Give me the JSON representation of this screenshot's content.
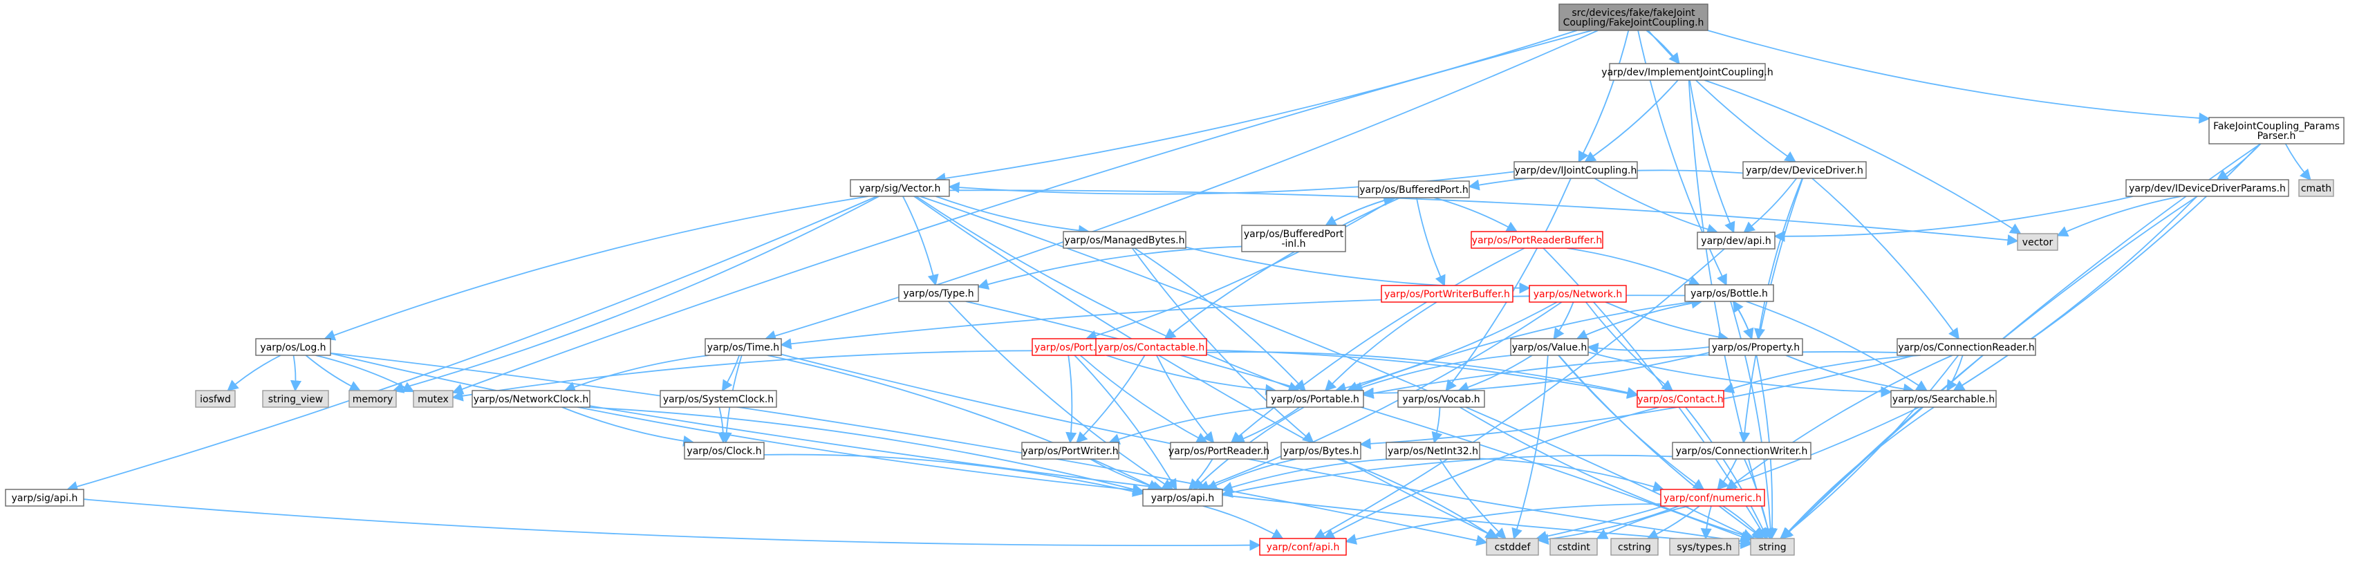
{
  "diagram": {
    "title": "",
    "colors": {
      "edge": "#63b8ff",
      "root_fill": "#999999",
      "normal_fill": "#ffffff",
      "normal_border": "#666666",
      "red_border": "#ff0000",
      "red_text": "#ff0000",
      "system_fill": "#e0e0e0",
      "system_border": "#999999",
      "text": "#000000"
    },
    "nodes": [
      {
        "id": "root",
        "lines": [
          "src/devices/fake/fakeJoint",
          "Coupling/FakeJointCoupling.h"
        ],
        "style": "root"
      },
      {
        "id": "implJC",
        "lines": [
          "yarp/dev/ImplementJointCoupling.h"
        ],
        "style": "normal"
      },
      {
        "id": "fjcparams",
        "lines": [
          "FakeJointCoupling_Params",
          "Parser.h"
        ],
        "style": "normal"
      },
      {
        "id": "ijc",
        "lines": [
          "yarp/dev/IJointCoupling.h"
        ],
        "style": "normal"
      },
      {
        "id": "devdriver",
        "lines": [
          "yarp/dev/DeviceDriver.h"
        ],
        "style": "normal"
      },
      {
        "id": "idevparams",
        "lines": [
          "yarp/dev/IDeviceDriverParams.h"
        ],
        "style": "normal"
      },
      {
        "id": "cmath",
        "lines": [
          "cmath"
        ],
        "style": "system"
      },
      {
        "id": "sigvector",
        "lines": [
          "yarp/sig/Vector.h"
        ],
        "style": "normal"
      },
      {
        "id": "bufport",
        "lines": [
          "yarp/os/BufferedPort.h"
        ],
        "style": "normal"
      },
      {
        "id": "devapi",
        "lines": [
          "yarp/dev/api.h"
        ],
        "style": "normal"
      },
      {
        "id": "vector",
        "lines": [
          "vector"
        ],
        "style": "system"
      },
      {
        "id": "managedbytes",
        "lines": [
          "yarp/os/ManagedBytes.h"
        ],
        "style": "normal"
      },
      {
        "id": "bufportinl",
        "lines": [
          "yarp/os/BufferedPort",
          "-inl.h"
        ],
        "style": "normal"
      },
      {
        "id": "prbuf",
        "lines": [
          "yarp/os/PortReaderBuffer.h"
        ],
        "style": "red"
      },
      {
        "id": "type",
        "lines": [
          "yarp/os/Type.h"
        ],
        "style": "normal"
      },
      {
        "id": "pwbuf",
        "lines": [
          "yarp/os/PortWriterBuffer.h"
        ],
        "style": "red"
      },
      {
        "id": "network",
        "lines": [
          "yarp/os/Network.h"
        ],
        "style": "red"
      },
      {
        "id": "bottle",
        "lines": [
          "yarp/os/Bottle.h"
        ],
        "style": "normal"
      },
      {
        "id": "log",
        "lines": [
          "yarp/os/Log.h"
        ],
        "style": "normal"
      },
      {
        "id": "time",
        "lines": [
          "yarp/os/Time.h"
        ],
        "style": "normal"
      },
      {
        "id": "port",
        "lines": [
          "yarp/os/Port.h"
        ],
        "style": "red"
      },
      {
        "id": "contactable",
        "lines": [
          "yarp/os/Contactable.h"
        ],
        "style": "red"
      },
      {
        "id": "value",
        "lines": [
          "yarp/os/Value.h"
        ],
        "style": "normal"
      },
      {
        "id": "property",
        "lines": [
          "yarp/os/Property.h"
        ],
        "style": "normal"
      },
      {
        "id": "connreader",
        "lines": [
          "yarp/os/ConnectionReader.h"
        ],
        "style": "normal"
      },
      {
        "id": "iosfwd",
        "lines": [
          "iosfwd"
        ],
        "style": "system"
      },
      {
        "id": "string_view",
        "lines": [
          "string_view"
        ],
        "style": "system"
      },
      {
        "id": "memory",
        "lines": [
          "memory"
        ],
        "style": "system"
      },
      {
        "id": "mutex",
        "lines": [
          "mutex"
        ],
        "style": "system"
      },
      {
        "id": "netclock",
        "lines": [
          "yarp/os/NetworkClock.h"
        ],
        "style": "normal"
      },
      {
        "id": "sysclock",
        "lines": [
          "yarp/os/SystemClock.h"
        ],
        "style": "normal"
      },
      {
        "id": "portable",
        "lines": [
          "yarp/os/Portable.h"
        ],
        "style": "normal"
      },
      {
        "id": "vocab",
        "lines": [
          "yarp/os/Vocab.h"
        ],
        "style": "normal"
      },
      {
        "id": "contact",
        "lines": [
          "yarp/os/Contact.h"
        ],
        "style": "red"
      },
      {
        "id": "searchable",
        "lines": [
          "yarp/os/Searchable.h"
        ],
        "style": "normal"
      },
      {
        "id": "clock",
        "lines": [
          "yarp/os/Clock.h"
        ],
        "style": "normal"
      },
      {
        "id": "portwriter",
        "lines": [
          "yarp/os/PortWriter.h"
        ],
        "style": "normal"
      },
      {
        "id": "portreader",
        "lines": [
          "yarp/os/PortReader.h"
        ],
        "style": "normal"
      },
      {
        "id": "bytes",
        "lines": [
          "yarp/os/Bytes.h"
        ],
        "style": "normal"
      },
      {
        "id": "netint32",
        "lines": [
          "yarp/os/NetInt32.h"
        ],
        "style": "normal"
      },
      {
        "id": "connwriter",
        "lines": [
          "yarp/os/ConnectionWriter.h"
        ],
        "style": "normal"
      },
      {
        "id": "sigapi",
        "lines": [
          "yarp/sig/api.h"
        ],
        "style": "normal"
      },
      {
        "id": "osapi",
        "lines": [
          "yarp/os/api.h"
        ],
        "style": "normal"
      },
      {
        "id": "numeric",
        "lines": [
          "yarp/conf/numeric.h"
        ],
        "style": "red"
      },
      {
        "id": "confapi",
        "lines": [
          "yarp/conf/api.h"
        ],
        "style": "red"
      },
      {
        "id": "cstddef",
        "lines": [
          "cstddef"
        ],
        "style": "system"
      },
      {
        "id": "cstdint",
        "lines": [
          "cstdint"
        ],
        "style": "system"
      },
      {
        "id": "cstring",
        "lines": [
          "cstring"
        ],
        "style": "system"
      },
      {
        "id": "systypes",
        "lines": [
          "sys/types.h"
        ],
        "style": "system"
      },
      {
        "id": "string",
        "lines": [
          "string"
        ],
        "style": "system"
      }
    ],
    "edges": [
      [
        "root",
        "implJC"
      ],
      [
        "root",
        "fjcparams"
      ],
      [
        "root",
        "ijc"
      ],
      [
        "root",
        "devdriver"
      ],
      [
        "root",
        "sigvector"
      ],
      [
        "root",
        "mutex"
      ],
      [
        "root",
        "time"
      ],
      [
        "root",
        "bottle"
      ],
      [
        "implJC",
        "ijc"
      ],
      [
        "implJC",
        "devapi"
      ],
      [
        "implJC",
        "vector"
      ],
      [
        "implJC",
        "string"
      ],
      [
        "fjcparams",
        "idevparams"
      ],
      [
        "fjcparams",
        "cmath"
      ],
      [
        "fjcparams",
        "searchable"
      ],
      [
        "fjcparams",
        "string"
      ],
      [
        "ijc",
        "sigvector"
      ],
      [
        "ijc",
        "devapi"
      ],
      [
        "ijc",
        "vocab"
      ],
      [
        "devdriver",
        "bufport"
      ],
      [
        "devdriver",
        "devapi"
      ],
      [
        "devdriver",
        "property"
      ],
      [
        "devdriver",
        "connreader"
      ],
      [
        "devdriver",
        "connwriter"
      ],
      [
        "idevparams",
        "devapi"
      ],
      [
        "idevparams",
        "vector"
      ],
      [
        "idevparams",
        "searchable"
      ],
      [
        "idevparams",
        "string"
      ],
      [
        "sigvector",
        "vector"
      ],
      [
        "sigvector",
        "managedbytes"
      ],
      [
        "sigvector",
        "type"
      ],
      [
        "sigvector",
        "log"
      ],
      [
        "sigvector",
        "sigapi"
      ],
      [
        "sigvector",
        "portable"
      ],
      [
        "sigvector",
        "memory"
      ],
      [
        "sigvector",
        "cstddef"
      ],
      [
        "sigvector",
        "string"
      ],
      [
        "bufport",
        "bufportinl"
      ],
      [
        "bufport",
        "prbuf"
      ],
      [
        "bufport",
        "pwbuf"
      ],
      [
        "bufport",
        "port"
      ],
      [
        "bufport",
        "contactable"
      ],
      [
        "devapi",
        "confapi"
      ],
      [
        "managedbytes",
        "network"
      ],
      [
        "managedbytes",
        "portable"
      ],
      [
        "managedbytes",
        "bytes"
      ],
      [
        "bufportinl",
        "bufport"
      ],
      [
        "bufportinl",
        "type"
      ],
      [
        "prbuf",
        "bottle"
      ],
      [
        "prbuf",
        "portreader"
      ],
      [
        "prbuf",
        "string"
      ],
      [
        "type",
        "osapi"
      ],
      [
        "type",
        "string"
      ],
      [
        "pwbuf",
        "portable"
      ],
      [
        "network",
        "value"
      ],
      [
        "network",
        "contact"
      ],
      [
        "network",
        "portable"
      ],
      [
        "network",
        "property"
      ],
      [
        "network",
        "osapi"
      ],
      [
        "bottle",
        "value"
      ],
      [
        "bottle",
        "property"
      ],
      [
        "bottle",
        "portable"
      ],
      [
        "bottle",
        "searchable"
      ],
      [
        "bottle",
        "time"
      ],
      [
        "bottle",
        "string"
      ],
      [
        "log",
        "iosfwd"
      ],
      [
        "log",
        "string_view"
      ],
      [
        "log",
        "memory"
      ],
      [
        "log",
        "mutex"
      ],
      [
        "log",
        "osapi"
      ],
      [
        "log",
        "cstddef"
      ],
      [
        "time",
        "netclock"
      ],
      [
        "time",
        "sysclock"
      ],
      [
        "time",
        "clock"
      ],
      [
        "time",
        "osapi"
      ],
      [
        "time",
        "string"
      ],
      [
        "port",
        "contact"
      ],
      [
        "port",
        "portable"
      ],
      [
        "port",
        "portwriter"
      ],
      [
        "port",
        "portreader"
      ],
      [
        "port",
        "osapi"
      ],
      [
        "contactable",
        "mutex"
      ],
      [
        "contactable",
        "portwriter"
      ],
      [
        "contactable",
        "portreader"
      ],
      [
        "contactable",
        "contact"
      ],
      [
        "value",
        "portable"
      ],
      [
        "value",
        "vocab"
      ],
      [
        "value",
        "searchable"
      ],
      [
        "value",
        "bottle"
      ],
      [
        "value",
        "numeric"
      ],
      [
        "value",
        "cstddef"
      ],
      [
        "value",
        "string"
      ],
      [
        "property",
        "portable"
      ],
      [
        "property",
        "searchable"
      ],
      [
        "property",
        "value"
      ],
      [
        "property",
        "bottle"
      ],
      [
        "property",
        "string"
      ],
      [
        "connreader",
        "portable"
      ],
      [
        "connreader",
        "searchable"
      ],
      [
        "connreader",
        "contact"
      ],
      [
        "connreader",
        "bytes"
      ],
      [
        "connreader",
        "numeric"
      ],
      [
        "connreader",
        "string"
      ],
      [
        "netclock",
        "clock"
      ],
      [
        "netclock",
        "osapi"
      ],
      [
        "netclock",
        "string"
      ],
      [
        "sysclock",
        "clock"
      ],
      [
        "portable",
        "portwriter"
      ],
      [
        "portable",
        "portreader"
      ],
      [
        "portable",
        "osapi"
      ],
      [
        "vocab",
        "netint32"
      ],
      [
        "vocab",
        "string"
      ],
      [
        "contact",
        "string"
      ],
      [
        "contact",
        "confapi"
      ],
      [
        "searchable",
        "cstddef"
      ],
      [
        "searchable",
        "string"
      ],
      [
        "clock",
        "osapi"
      ],
      [
        "portwriter",
        "osapi"
      ],
      [
        "portreader",
        "osapi"
      ],
      [
        "bytes",
        "osapi"
      ],
      [
        "bytes",
        "cstddef"
      ],
      [
        "netint32",
        "osapi"
      ],
      [
        "netint32",
        "numeric"
      ],
      [
        "netint32",
        "cstddef"
      ],
      [
        "connwriter",
        "numeric"
      ],
      [
        "connwriter",
        "osapi"
      ],
      [
        "connwriter",
        "string"
      ],
      [
        "sigapi",
        "confapi"
      ],
      [
        "osapi",
        "confapi"
      ],
      [
        "numeric",
        "confapi"
      ],
      [
        "numeric",
        "cstddef"
      ],
      [
        "numeric",
        "cstdint"
      ],
      [
        "numeric",
        "cstring"
      ],
      [
        "numeric",
        "systypes"
      ],
      [
        "numeric",
        "string"
      ]
    ]
  }
}
